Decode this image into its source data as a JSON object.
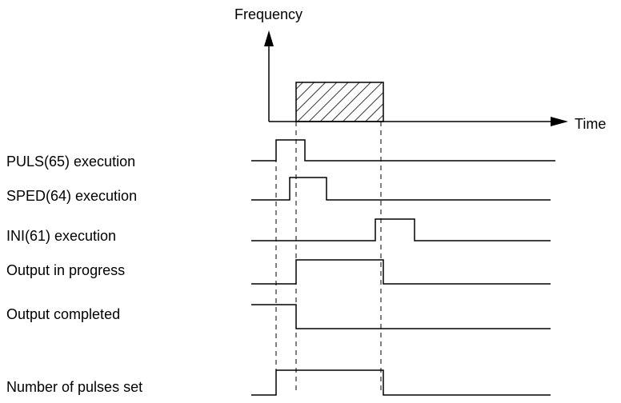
{
  "axes": {
    "y_label": "Frequency",
    "x_label": "Time"
  },
  "signals": [
    {
      "id": "puls",
      "label": "PULS(65) execution"
    },
    {
      "id": "sped",
      "label": "SPED(64) execution"
    },
    {
      "id": "ini",
      "label": "INI(61) execution"
    },
    {
      "id": "output-in-progress",
      "label": "Output in progress"
    },
    {
      "id": "output-completed",
      "label": "Output completed"
    },
    {
      "id": "pulses-set",
      "label": "Number of pulses set"
    }
  ]
}
